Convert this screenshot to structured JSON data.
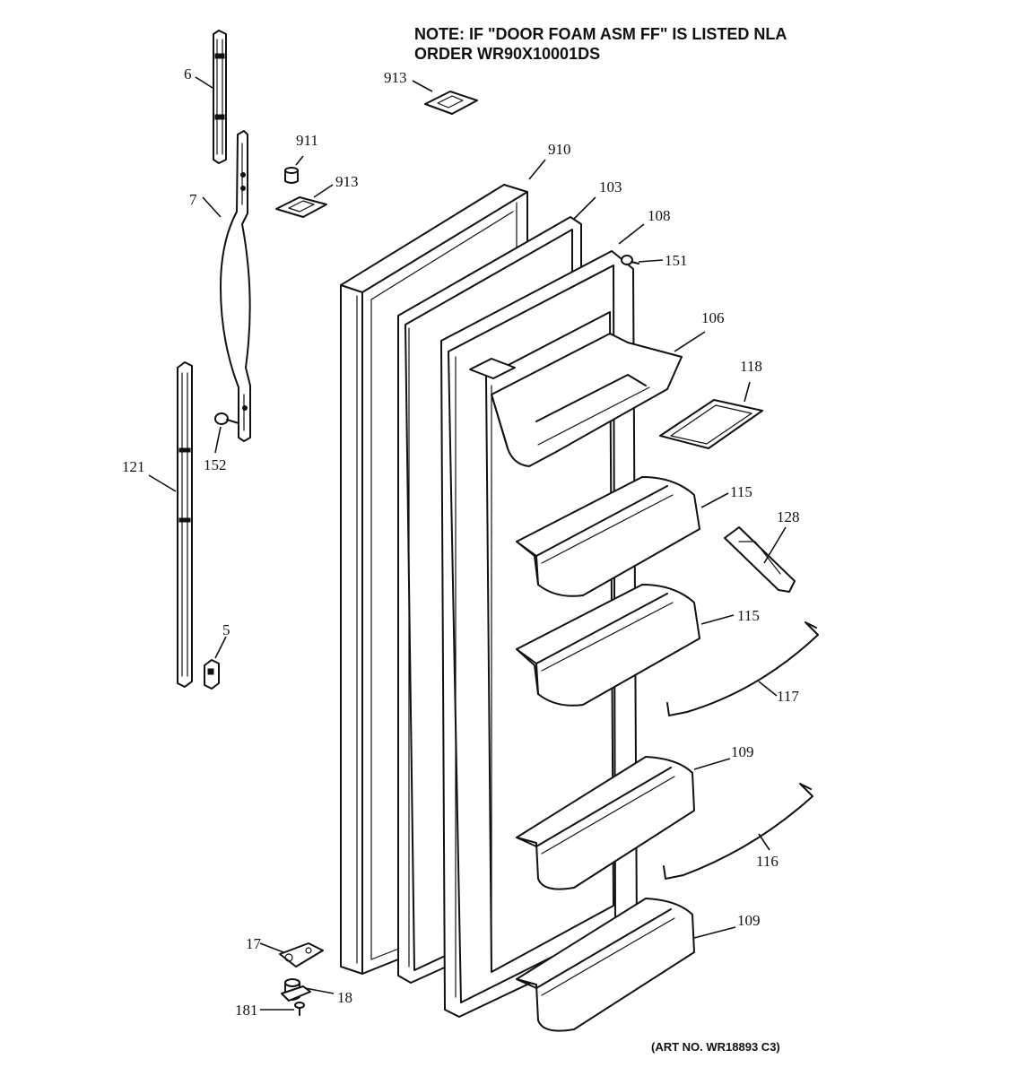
{
  "note": {
    "line1": "NOTE: IF \"DOOR FOAM ASM FF\" IS LISTED NLA",
    "line2": "ORDER WR90X10001DS"
  },
  "art_number": "(ART NO. WR18893 C3)",
  "callouts": {
    "c6": "6",
    "c7": "7",
    "c911": "911",
    "c913a": "913",
    "c913b": "913",
    "c910": "910",
    "c103": "103",
    "c108": "108",
    "c151": "151",
    "c106": "106",
    "c118": "118",
    "c152": "152",
    "c121": "121",
    "c115a": "115",
    "c128": "128",
    "c115b": "115",
    "c5": "5",
    "c117": "117",
    "c109a": "109",
    "c116": "116",
    "c109b": "109",
    "c17": "17",
    "c18": "18",
    "c181": "181"
  }
}
